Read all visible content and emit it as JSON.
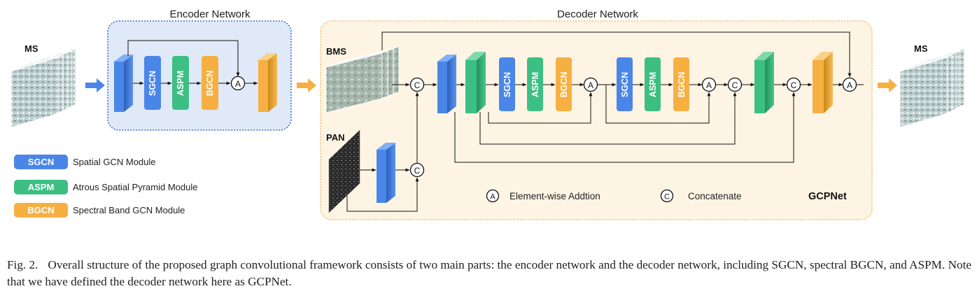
{
  "encoder": {
    "title": "Encoder Network"
  },
  "decoder": {
    "title": "Decoder Network",
    "name": "GCPNet"
  },
  "inputs": {
    "ms_in": "MS",
    "bms": "BMS",
    "pan": "PAN",
    "ms_out": "MS"
  },
  "modules": {
    "sgcn": "SGCN",
    "aspm": "ASPM",
    "bgcn": "BGCN"
  },
  "ops": {
    "add_symbol": "A",
    "concat_symbol": "C",
    "add_label": "Element-wise Addtion",
    "concat_label": "Concatenate"
  },
  "legend": [
    {
      "key": "SGCN",
      "label": "Spatial GCN Module",
      "color": "#4a86e8"
    },
    {
      "key": "ASPM",
      "label": "Atrous Spatial Pyramid Module",
      "color": "#3dbf84"
    },
    {
      "key": "BGCN",
      "label": "Spectral Band GCN Module",
      "color": "#f6b042"
    }
  ],
  "colors": {
    "blue": "#4a86e8",
    "green": "#3dbf84",
    "orange": "#f6b042",
    "encoder_fill": "#dfe9f7",
    "encoder_border": "#3d73c9",
    "decoder_fill": "#fef4e4",
    "decoder_border": "#f3c06a"
  },
  "caption": {
    "fig": "Fig. 2.",
    "text": "Overall structure of the proposed graph convolutional framework consists of two main parts: the encoder network and the decoder network, including SGCN, spectral BGCN, and ASPM. Note that we have defined the decoder network here as GCPNet."
  }
}
